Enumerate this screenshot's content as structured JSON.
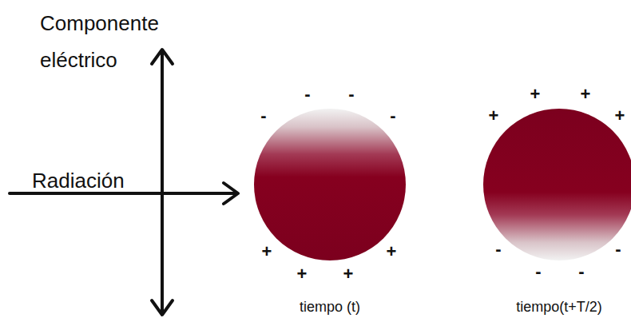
{
  "diagram": {
    "labels": [
      "Componente eléctrico",
      "Radiación",
      "-",
      "-",
      "-",
      "-",
      "+",
      "+",
      "+",
      "+",
      "tiempo (t)",
      "+",
      "+",
      "+",
      "+",
      "-",
      "-",
      "-",
      "-",
      "tiempo(t+T/2)"
    ]
  }
}
